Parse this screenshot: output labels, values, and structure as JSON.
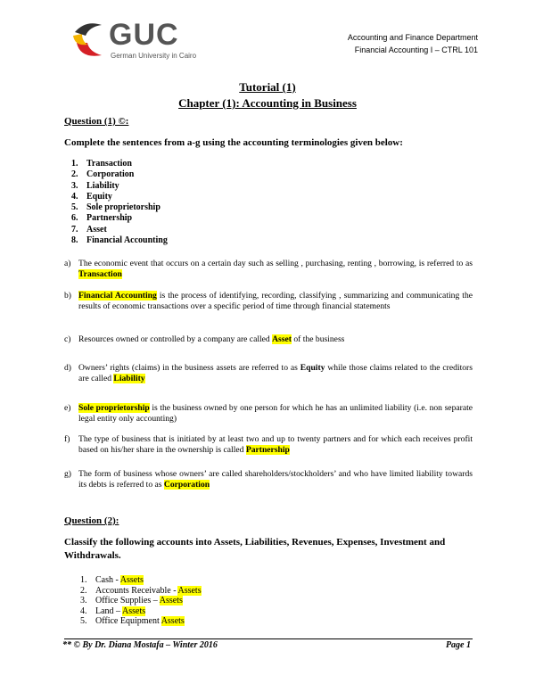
{
  "header": {
    "logo_text": "GUC",
    "logo_sub": "German University in Cairo",
    "dept_line1": "Accounting and Finance Department",
    "dept_line2": "Financial Accounting I – CTRL 101"
  },
  "titles": {
    "tutorial": "Tutorial (1)",
    "chapter": "Chapter (1): Accounting in Business"
  },
  "q1": {
    "heading": "Question (1) ©:",
    "instruction": "Complete the sentences from a-g using the accounting terminologies given below:",
    "terms": [
      {
        "n": "1.",
        "t": "Transaction"
      },
      {
        "n": "2.",
        "t": "Corporation"
      },
      {
        "n": "3.",
        "t": "Liability"
      },
      {
        "n": "4.",
        "t": "Equity"
      },
      {
        "n": "5.",
        "t": "Sole proprietorship"
      },
      {
        "n": "6.",
        "t": "Partnership"
      },
      {
        "n": "7.",
        "t": "Asset"
      },
      {
        "n": "8.",
        "t": "Financial Accounting"
      }
    ],
    "sentences": {
      "a": {
        "label": "a)",
        "pre": "The economic event that occurs on a certain day such as selling , purchasing, renting , borrowing, is referred to as ",
        "answer": "Transaction"
      },
      "b": {
        "label": "b)",
        "answer": "Financial Accounting",
        "post": " is the process of  identifying, recording, classifying , summarizing and communicating  the results of economic transactions over a specific period of time through financial statements"
      },
      "c": {
        "label": "c)",
        "pre": "Resources owned or controlled by a company are called ",
        "answer": "Asset",
        "post": " of the business"
      },
      "d": {
        "label": "d)",
        "pre": "Owners’ rights (claims) in the business assets are referred to as ",
        "bold": "Equity",
        "mid": " while those claims related to the creditors are called ",
        "answer": "Liability"
      },
      "e": {
        "label": "e)",
        "answer": "Sole proprietorship",
        "post": " is the business owned by one person for which he has an unlimited liability (i.e. non separate legal entity only accounting)"
      },
      "f": {
        "label": "f)",
        "pre": "The type of business that is initiated by at least two and up to twenty partners and for which each receives profit based on his/her share in the ownership is called ",
        "answer": "Partnership"
      },
      "g": {
        "label": "g)",
        "pre": "The form of business whose owners’ are called shareholders/stockholders’ and who have limited liability towards its debts is referred to as ",
        "answer": "Corporation"
      }
    }
  },
  "q2": {
    "heading": "Question (2):",
    "instruction": "Classify the following accounts into Assets, Liabilities, Revenues, Expenses, Investment and Withdrawals.",
    "accounts": [
      {
        "n": "1.",
        "name": "Cash  - ",
        "answer": "Assets"
      },
      {
        "n": "2.",
        "name": "Accounts Receivable  - ",
        "answer": "Assets"
      },
      {
        "n": "3.",
        "name": "Office Supplies – ",
        "answer": "Assets"
      },
      {
        "n": "4.",
        "name": "Land – ",
        "answer": "Assets"
      },
      {
        "n": "5.",
        "name": "Office Equipment  ",
        "answer": "Assets"
      }
    ]
  },
  "footer": {
    "left": "** © By Dr. Diana Mostafa – Winter 2016",
    "right": "Page 1"
  }
}
